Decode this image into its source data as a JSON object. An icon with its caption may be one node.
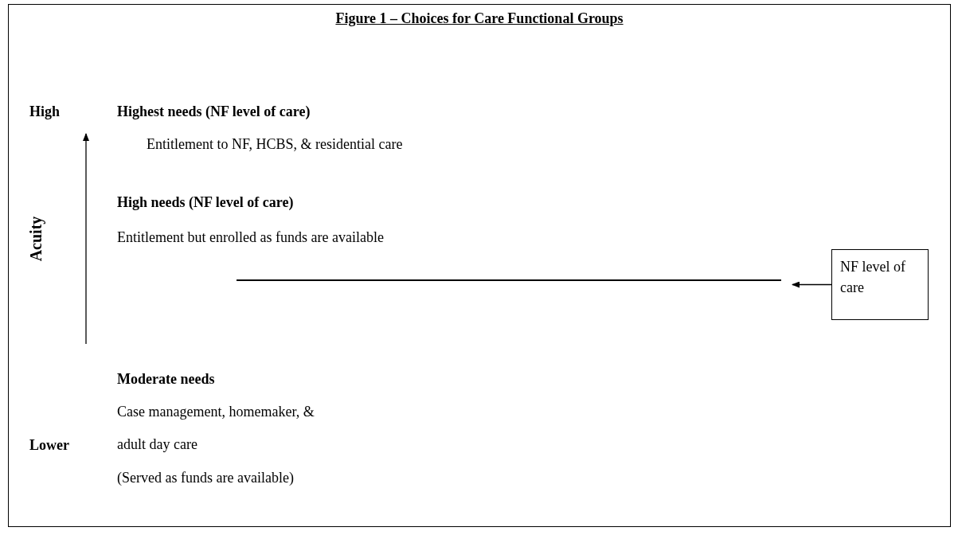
{
  "diagram": {
    "title": "Figure 1 – Choices for Care Functional Groups",
    "nodes": [
      {
        "text": [
          "NF level of care"
        ]
      },
      {
        "text": [],
        "shape": "line"
      }
    ],
    "edges": [
      {
        "from": 0,
        "to": 1,
        "arrow": "to"
      }
    ],
    "labels": [
      "High",
      "Highest needs (NF level of care)",
      "Entitlement to NF, HCBS, & residential care",
      "Acuity",
      "High needs (NF level of care)",
      "Entitlement but enrolled as funds are available",
      "Moderate needs",
      "Case management, homemaker, & adult day care",
      "Lower",
      "(Served as funds are available)"
    ]
  }
}
